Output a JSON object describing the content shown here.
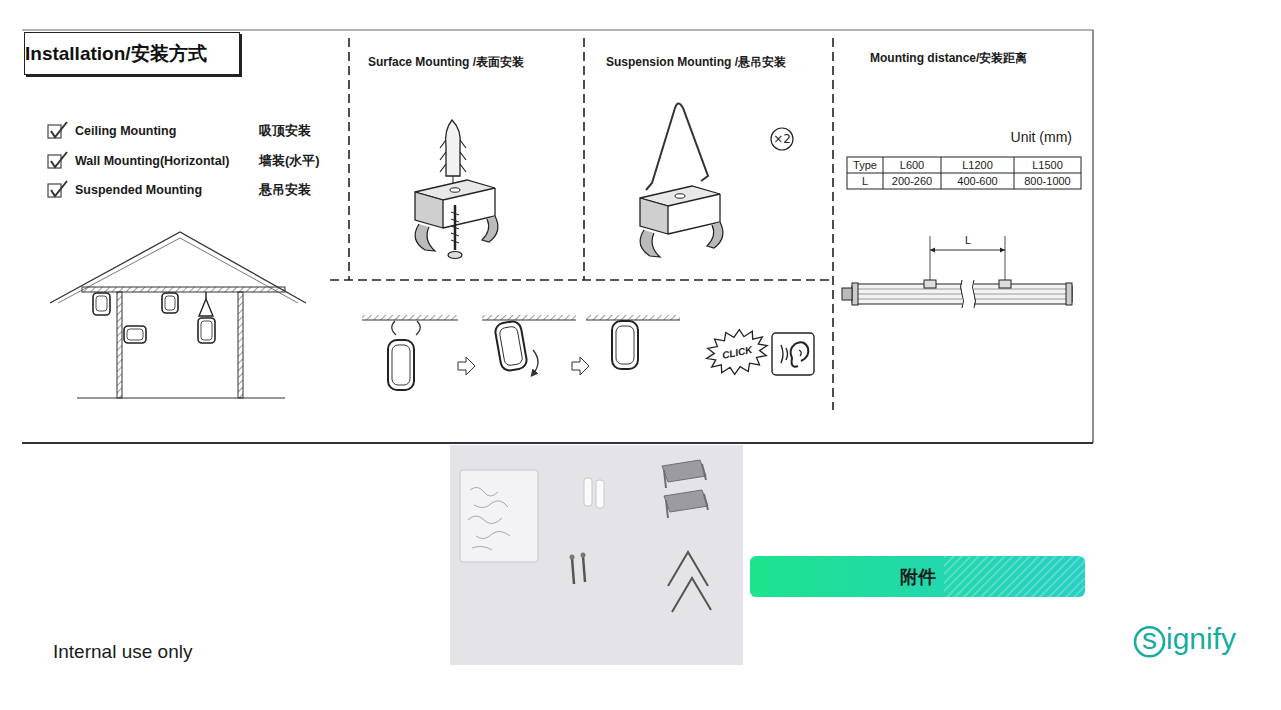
{
  "diagram": {
    "nodes": [
      {
        "text": [
          "Installation/安装方式"
        ]
      },
      {
        "text": [
          "×2"
        ]
      },
      {
        "text": [
          "CLICK"
        ]
      },
      {
        "text": [
          "附件"
        ]
      }
    ],
    "labels": [
      "Ceiling Mounting",
      "吸顶安装",
      "Wall Mounting(Horizontal)",
      "墙装(水平)",
      "Suspended Mounting",
      "悬吊安装",
      "Surface Mounting /表面安装",
      "Suspension Mounting /悬吊安装",
      "Mounting distance/安装距离",
      "Unit (mm)",
      "Type",
      "L600",
      "L1200",
      "L1500",
      "L",
      "200-260",
      "400-600",
      "800-1000",
      "L",
      "Internal use only",
      "signify"
    ]
  }
}
